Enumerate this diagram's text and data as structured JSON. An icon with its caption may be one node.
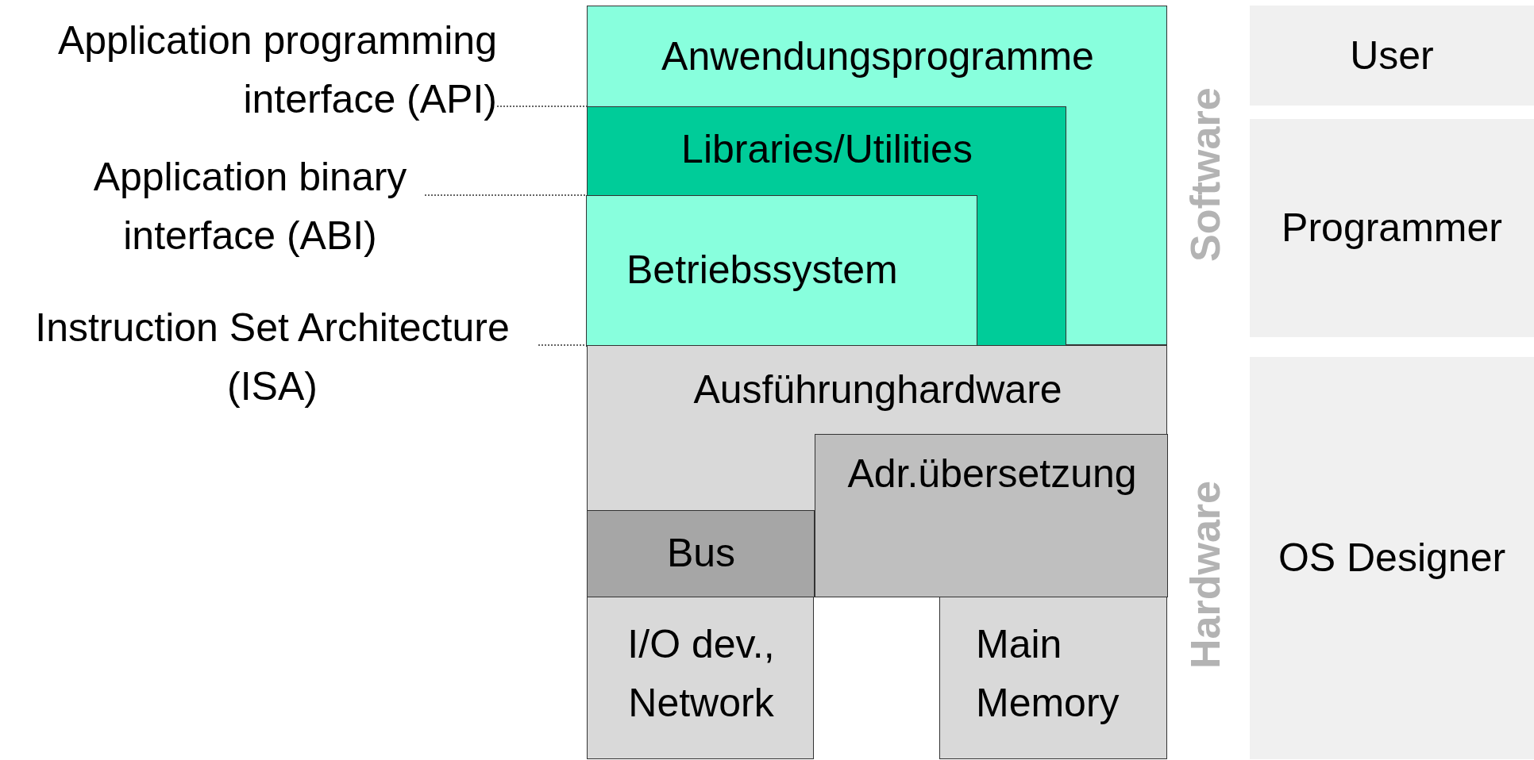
{
  "diagram": {
    "nodes": [
      {
        "text": [
          "Anwendungsprogramme"
        ]
      },
      {
        "text": [
          "Libraries/Utilities"
        ],
        "in": 0
      },
      {
        "text": [
          "Betriebssystem"
        ],
        "in": 1
      },
      {
        "text": [
          "Ausführunghardware"
        ]
      },
      {
        "text": [
          "Adr.übersetzung"
        ],
        "in": 3
      },
      {
        "text": [
          "Bus"
        ],
        "in": 3
      },
      {
        "text": [
          "I/O dev., Network"
        ]
      },
      {
        "text": [
          "Main Memory"
        ]
      },
      {
        "text": [
          "User"
        ]
      },
      {
        "text": [
          "Programmer"
        ]
      },
      {
        "text": [
          "OS Designer"
        ]
      },
      {
        "text": [
          "Application programming interface (API)"
        ]
      },
      {
        "text": [
          "Application binary interface (ABI)"
        ]
      },
      {
        "text": [
          "Instruction Set Architecture (ISA)"
        ]
      }
    ],
    "edges": [
      {
        "from": 11,
        "to": 1,
        "arrow": "none",
        "style": "dashed"
      },
      {
        "from": 12,
        "to": 2,
        "arrow": "none",
        "style": "dashed"
      },
      {
        "from": 13,
        "to": 3,
        "arrow": "none",
        "style": "dashed"
      }
    ],
    "labels": [
      "Software",
      "Hardware"
    ]
  }
}
